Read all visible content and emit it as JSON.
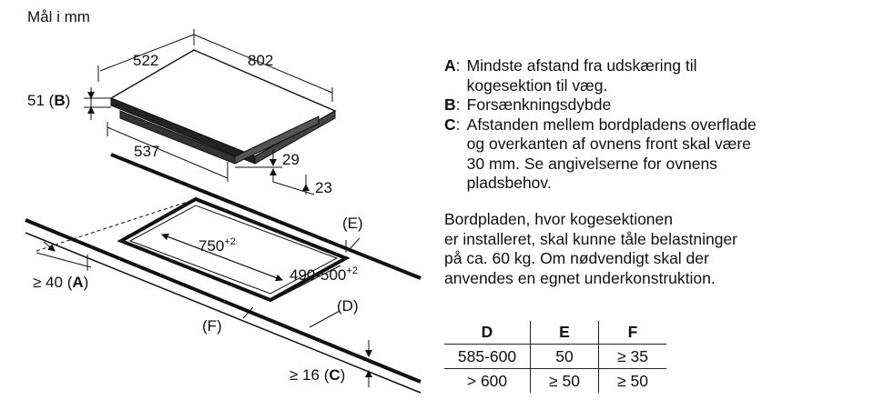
{
  "unit_caption": "Mål i mm",
  "dimensions": {
    "hob_depth": "522",
    "hob_width": "802",
    "thickness": "51",
    "thickness_ref": "B",
    "cutout_depth_top": "537",
    "dim_29": "29",
    "dim_23": "23",
    "cutout_width": "750",
    "cutout_width_tol": "+2",
    "cutout_depth": "490-500",
    "cutout_depth_tol": "+2",
    "min_40": "≥ 40",
    "min_40_ref": "A",
    "min_16": "≥ 16",
    "min_16_ref": "C",
    "ref_e": "E",
    "ref_d": "D",
    "ref_f": "F"
  },
  "legend": [
    {
      "letter": "A",
      "lines": [
        "Mindste afstand fra udskæring til",
        "kogesektion til væg."
      ]
    },
    {
      "letter": "B",
      "lines": [
        "Forsænkningsdybde"
      ]
    },
    {
      "letter": "C",
      "lines": [
        "Afstanden mellem bordpladens overflade",
        "og overkanten af ovnens front skal være",
        "30 mm. Se angivelserne for ovnens",
        "pladsbehov."
      ]
    }
  ],
  "note_lines": [
    "Bordpladen, hvor kogesektionen",
    "er installeret, skal kunne tåle belastninger",
    "på ca. 60 kg. Om nødvendigt skal der",
    "anvendes en egnet underkonstruktion."
  ],
  "table": {
    "headers": [
      "D",
      "E",
      "F"
    ],
    "rows": [
      [
        "585-600",
        "50",
        "≥ 35"
      ],
      [
        "> 600",
        "≥ 50",
        "≥ 50"
      ]
    ]
  }
}
